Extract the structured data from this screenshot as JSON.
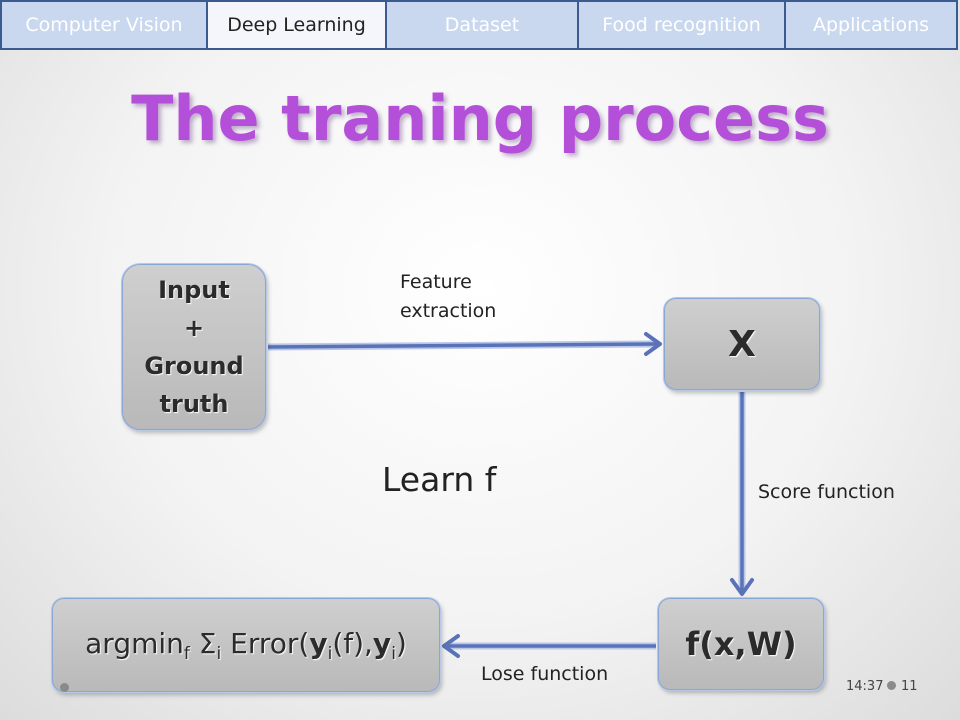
{
  "nav": {
    "tabs": [
      {
        "label": "Computer Vision",
        "active": false
      },
      {
        "label": "Deep Learning",
        "active": true
      },
      {
        "label": "Dataset",
        "active": false
      },
      {
        "label": "Food recognition",
        "active": false
      },
      {
        "label": "Applications",
        "active": false
      }
    ]
  },
  "slide": {
    "title": "The traning process",
    "learn_text": "Learn f"
  },
  "diagram": {
    "input_box": {
      "line1": "Input",
      "line2": "+",
      "line3": "Ground",
      "line4": "truth"
    },
    "x_box": "X",
    "f_box": "f(x,W)",
    "argmin_box": {
      "prefix": "argmin",
      "sub_f": "f",
      "sigma": " Σ",
      "sub_i1": "i",
      "error_open": " Error(",
      "y1": "y",
      "sub_i2": "i",
      "mid": "(f),",
      "y2": "y",
      "sub_i3": "i",
      "close": ")"
    },
    "edges": {
      "feature_line1": "Feature",
      "feature_line2": "extraction",
      "score": "Score function",
      "lose": "Lose function"
    }
  },
  "footer": {
    "time": "14:37",
    "page": "11"
  },
  "colors": {
    "title": "#b34fd8",
    "arrow": "#5a72b8",
    "tab_border": "#3b5a8f",
    "tab_bg": "#c9d8ef"
  }
}
